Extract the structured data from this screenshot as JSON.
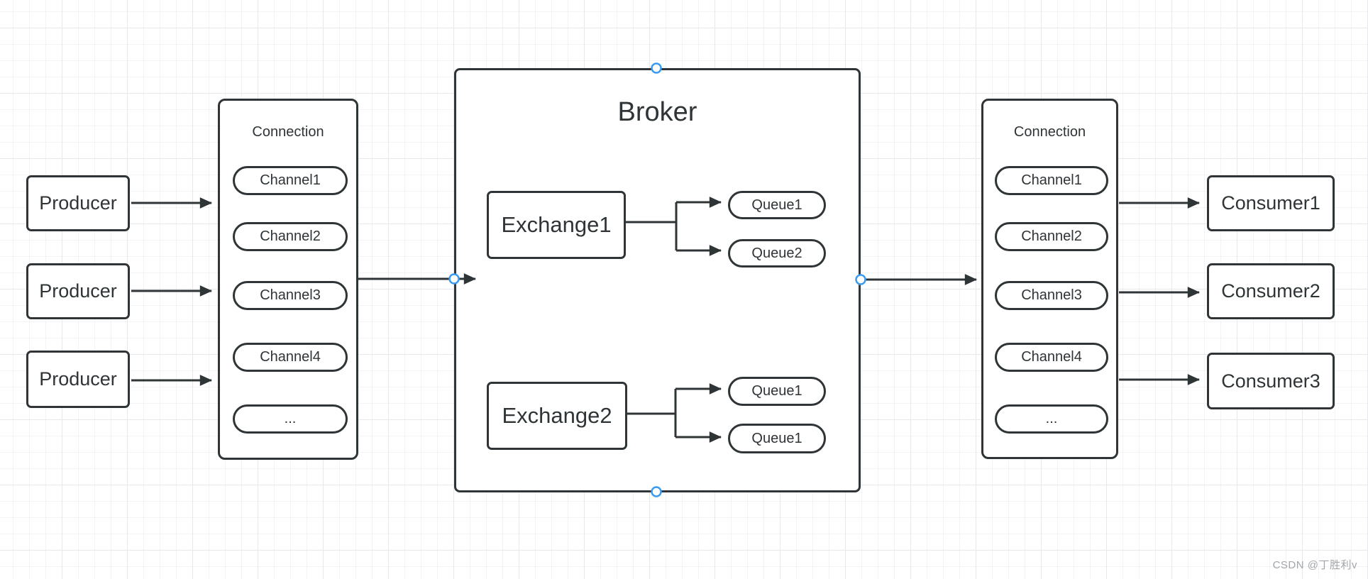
{
  "diagram": {
    "producers": [
      {
        "label": "Producer"
      },
      {
        "label": "Producer"
      },
      {
        "label": "Producer"
      }
    ],
    "left_connection": {
      "title": "Connection",
      "channels": [
        "Channel1",
        "Channel2",
        "Channel3",
        "Channel4",
        "..."
      ]
    },
    "broker": {
      "title": "Broker",
      "exchanges": [
        {
          "label": "Exchange1",
          "queues": [
            "Queue1",
            "Queue2"
          ]
        },
        {
          "label": "Exchange2",
          "queues": [
            "Queue1",
            "Queue1"
          ]
        }
      ]
    },
    "right_connection": {
      "title": "Connection",
      "channels": [
        "Channel1",
        "Channel2",
        "Channel3",
        "Channel4",
        "..."
      ]
    },
    "consumers": [
      {
        "label": "Consumer1"
      },
      {
        "label": "Consumer2"
      },
      {
        "label": "Consumer3"
      }
    ],
    "watermark": "CSDN @丁胜利v",
    "colors": {
      "stroke": "#2f3437",
      "text": "#2f3437",
      "background": "#ffffff",
      "grid_minor": "#f3f3f6",
      "grid_major": "#e7e7ec",
      "handle_stroke": "#3a9bf0",
      "handle_fill": "#ffffff",
      "watermark_text": "#a2a6ab"
    }
  }
}
